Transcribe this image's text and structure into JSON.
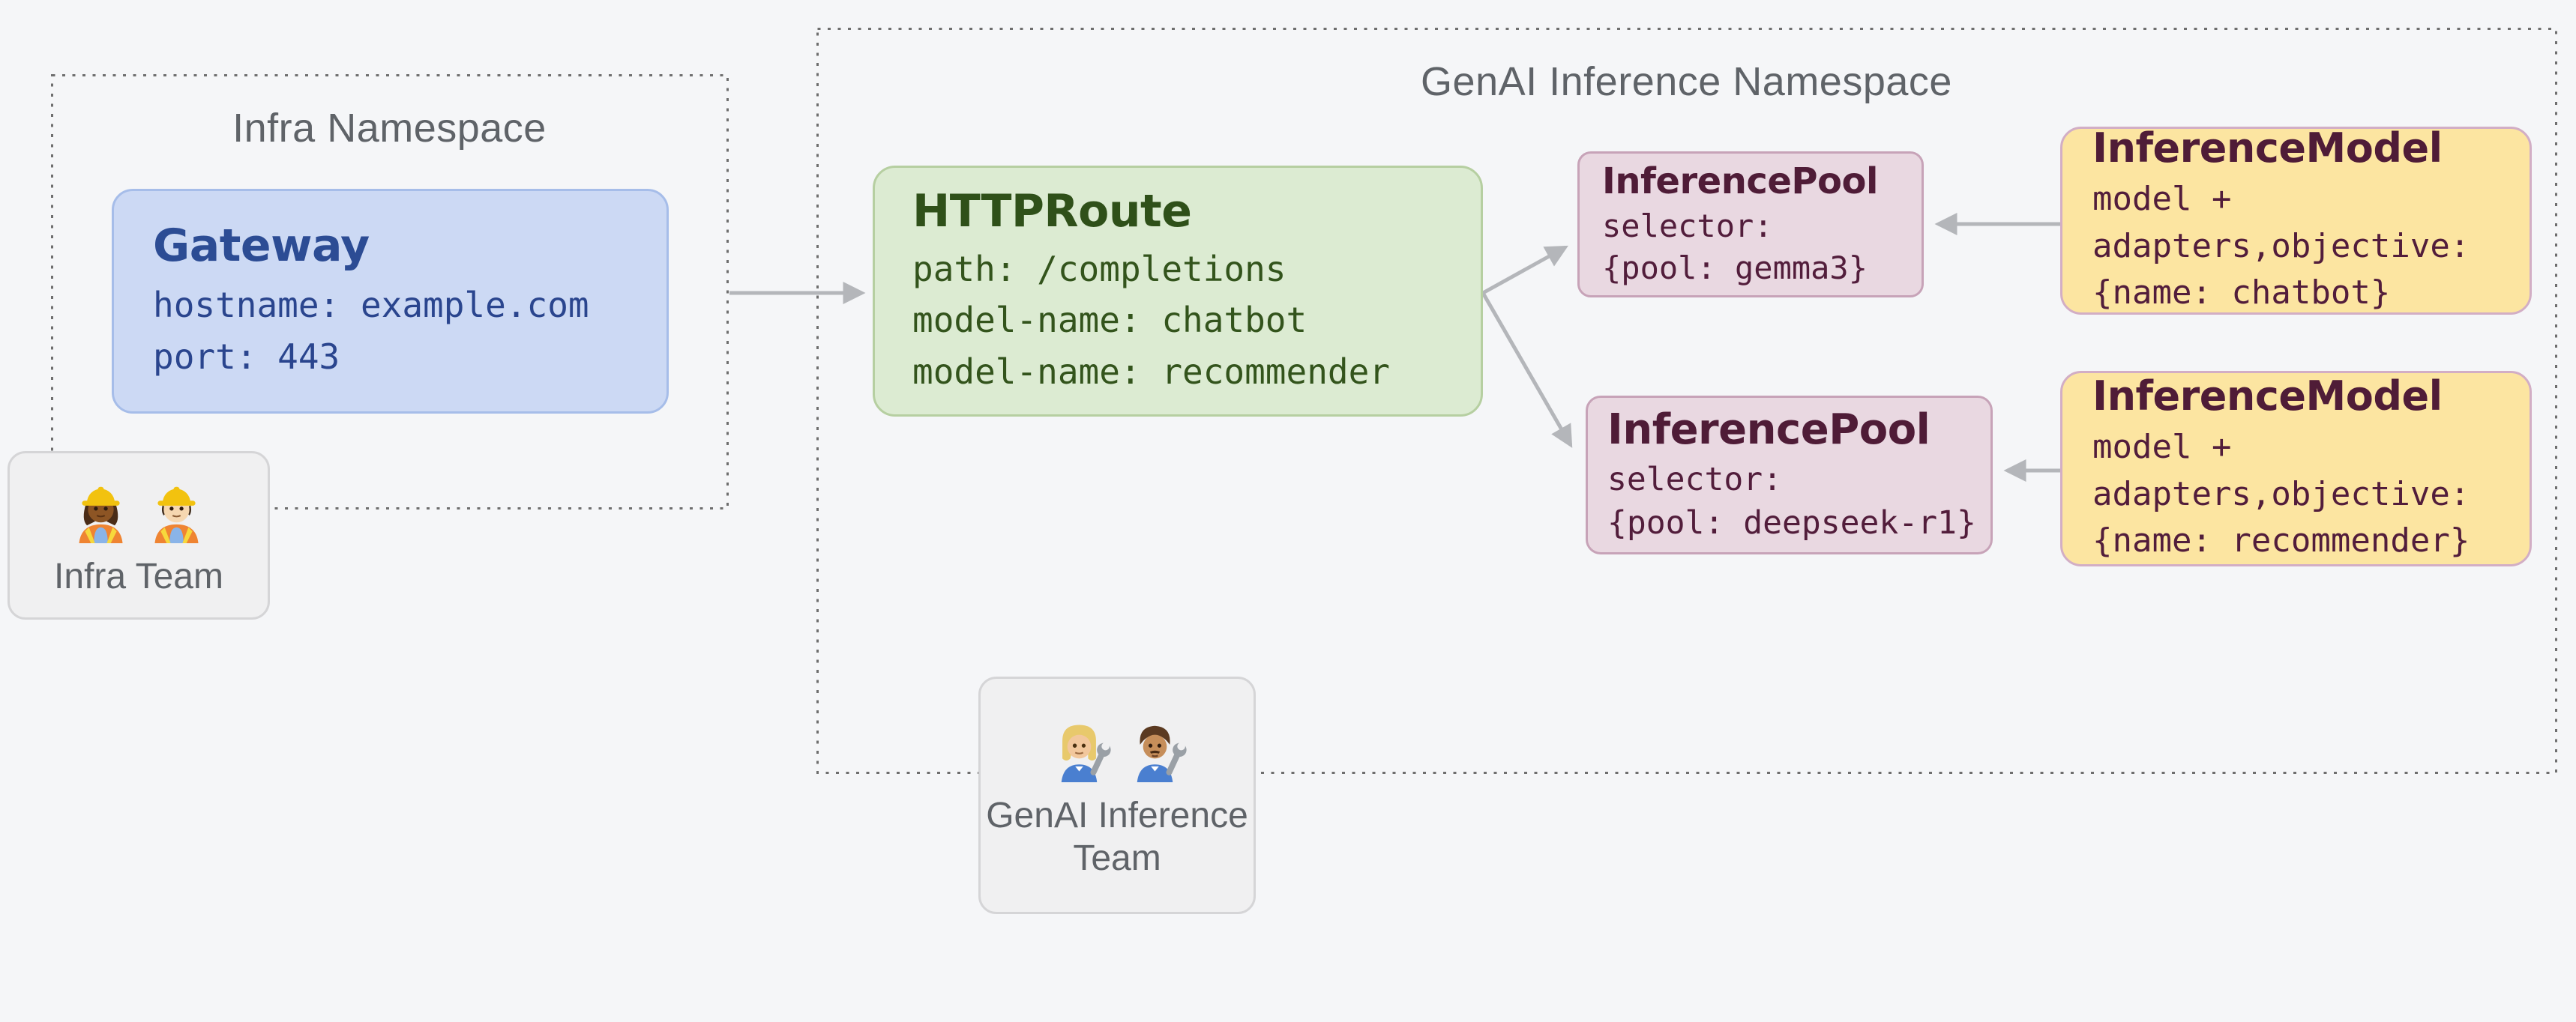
{
  "palette": {
    "background": "#f5f6f8",
    "namespace_border": "#6e6e6e",
    "namespace_title_text": "#5f6368",
    "arrow": "#b4b6ba",
    "gateway_fill": "#ccd9f4",
    "gateway_border": "#a6bde9",
    "gateway_text": "#2c4c94",
    "httproute_fill": "#dcebd2",
    "httproute_border": "#b6cfa1",
    "httproute_text": "#2f5019",
    "pool_fill": "#e9d8e1",
    "pool_border": "#c7a3b8",
    "model_fill": "#fce5a1",
    "model_border": "#d2aec5",
    "pool_model_text": "#521d3b",
    "team_fill": "#f0f0f1",
    "team_border": "#d5d5d7",
    "team_text": "#5f6368"
  },
  "infra_namespace": {
    "title": "Infra Namespace",
    "gateway": {
      "title": "Gateway",
      "lines": [
        "hostname: example.com",
        "port: 443"
      ]
    },
    "team": {
      "label": "Infra Team",
      "icons": [
        "woman-construction-worker",
        "man-construction-worker"
      ]
    }
  },
  "genai_namespace": {
    "title": "GenAI Inference Namespace",
    "httproute": {
      "title": "HTTPRoute",
      "lines": [
        "path: /completions",
        "model-name: chatbot",
        "model-name: recommender"
      ]
    },
    "pools": [
      {
        "title": "InferencePool",
        "lines": [
          "selector:",
          "{pool: gemma3}"
        ]
      },
      {
        "title": "InferencePool",
        "lines": [
          "selector:",
          "{pool: deepseek-r1}"
        ]
      }
    ],
    "models": [
      {
        "title": "InferenceModel",
        "lines": [
          "model +",
          "adapters,objective:",
          "{name: chatbot}"
        ]
      },
      {
        "title": "InferenceModel",
        "lines": [
          "model +",
          "adapters,objective:",
          "{name: recommender}"
        ]
      }
    ],
    "team": {
      "label": "GenAI Inference Team",
      "icons": [
        "woman-mechanic",
        "man-mechanic"
      ]
    }
  }
}
